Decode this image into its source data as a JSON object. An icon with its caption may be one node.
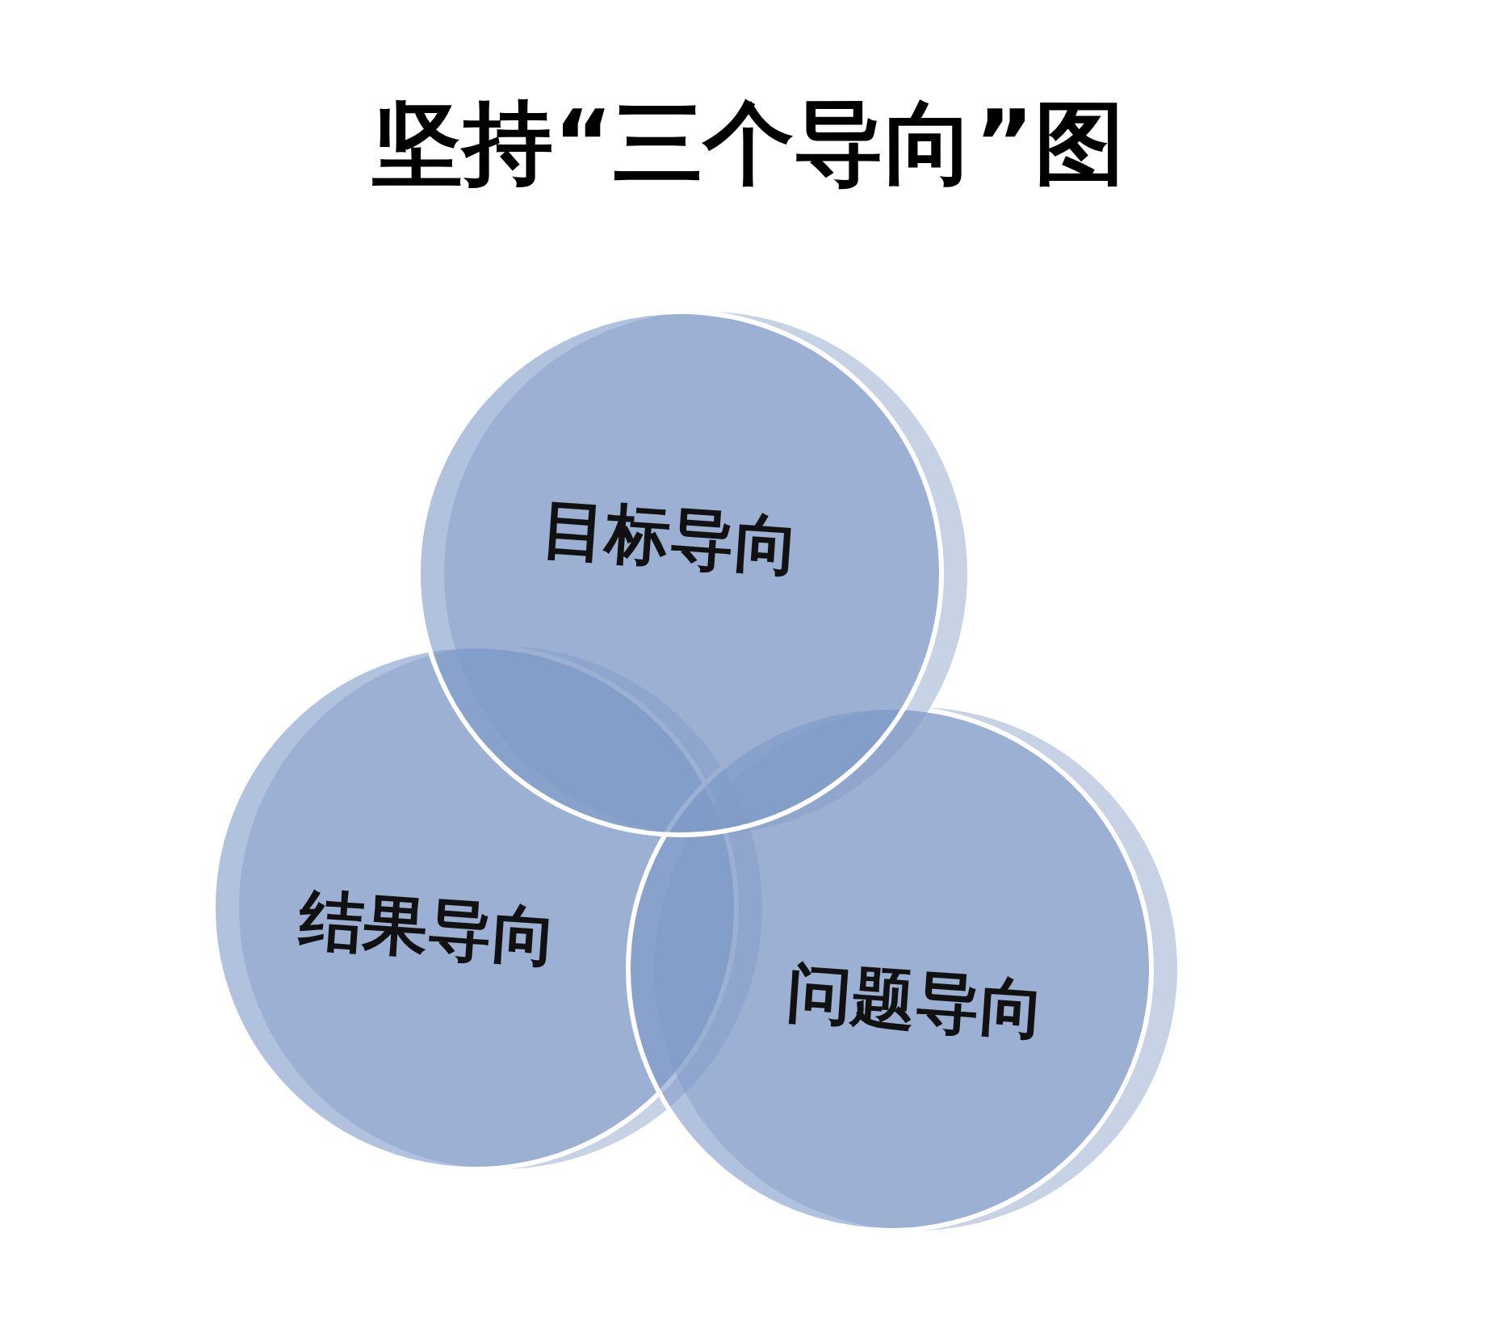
{
  "diagram": {
    "title": "坚持“三个导向”图",
    "nodes": [
      {
        "text": [
          "目标导向"
        ]
      },
      {
        "text": [
          "结果导向"
        ]
      },
      {
        "text": [
          "问题导向"
        ]
      }
    ]
  }
}
